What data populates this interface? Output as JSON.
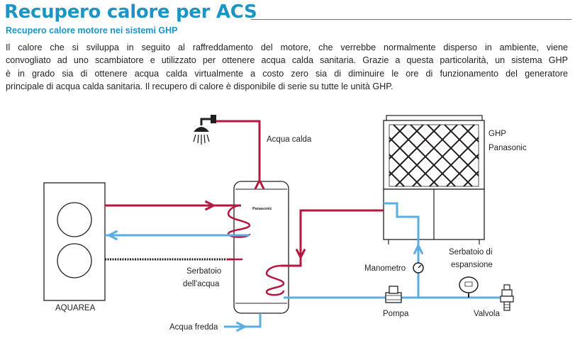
{
  "page": {
    "title": "Recupero calore per ACS",
    "subtitle": "Recupero calore motore nei sistemi GHP",
    "paragraph_lines": [
      "Il calore che si sviluppa in seguito al raffreddamento del motore, che verrebbe normalmente disperso in ambiente, viene",
      "convogliato ad uno scambiatore e utilizzato per ottenere acqua calda sanitaria. Grazie a questa particolarità, un sistema GHP",
      "è in grado sia di ottenere acqua calda virtualmente a costo zero sia di diminuire le ore di funzionamento del generatore",
      "principale di acqua calda sanitaria. Il recupero di calore è disponibile di serie su tutte le unità GHP."
    ]
  },
  "diagram": {
    "labels": {
      "aquarea": "AQUAREA",
      "acqua_calda": "Acqua calda",
      "ghp_line1": "GHP",
      "ghp_line2": "Panasonic",
      "serbatoio_line1": "Serbatoio",
      "serbatoio_line2": "dell'acqua",
      "acqua_fredda": "Acqua fredda",
      "manometro": "Manometro",
      "serbatoio_esp_line1": "Serbatoio di",
      "serbatoio_esp_line2": "espansione",
      "pompa": "Pompa",
      "valvola": "Valvola",
      "tank_brand": "Panasonic"
    },
    "icons": [
      "shower-icon",
      "manometer-icon",
      "pump-icon",
      "expansion-tank-icon",
      "valve-icon",
      "fan-icon"
    ],
    "colors": {
      "title": "#1d95c4",
      "hot_pipe": "#b5173f",
      "cold_pipe": "#5aaee0",
      "outline": "#231f20"
    }
  }
}
